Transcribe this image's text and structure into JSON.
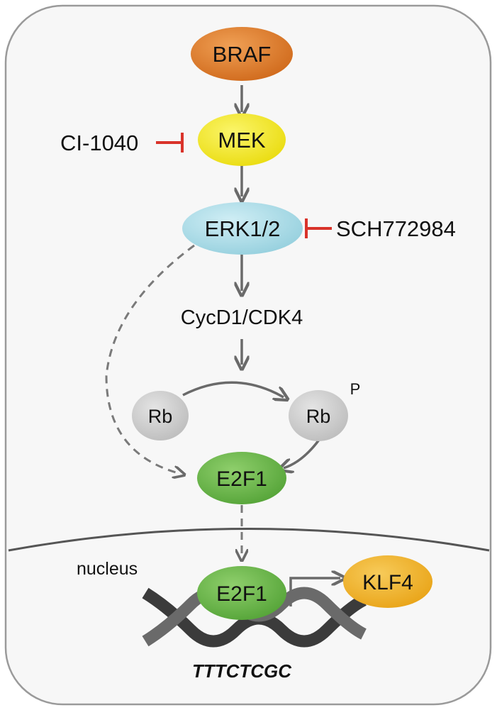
{
  "diagram": {
    "nodes": {
      "braf": "BRAF",
      "mek": "MEK",
      "erk": "ERK1/2",
      "cycd1_cdk4": "CycD1/CDK4",
      "rb_left": "Rb",
      "rb_right": "Rb",
      "rb_phospho": "P",
      "e2f1_cytoplasm": "E2F1",
      "e2f1_nucleus": "E2F1",
      "klf4": "KLF4"
    },
    "inhibitors": {
      "mek_inhibitor": "CI-1040",
      "erk_inhibitor": "SCH772984"
    },
    "labels": {
      "nucleus": "nucleus",
      "dna_motif": "TTTCTCGC"
    },
    "colors": {
      "braf": "#dd7a2a",
      "mek": "#f2e51c",
      "erk": "#a9dbe7",
      "rb": "#cfcfcf",
      "e2f1": "#6bb64a",
      "klf4": "#f0b22a",
      "inhibition": "#d9332a",
      "arrow": "#6a6a6a",
      "dna": "#3b3b3b"
    }
  }
}
